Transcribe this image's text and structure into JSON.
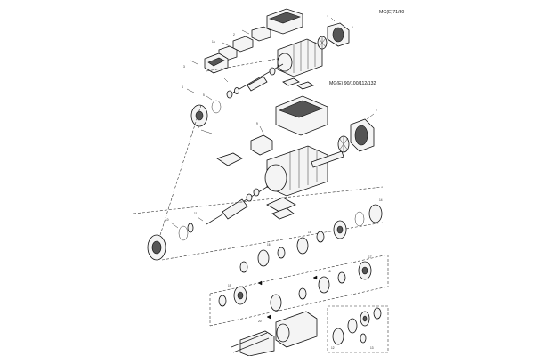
{
  "titles": {
    "upper_motor": "MG(E)71/80",
    "lower_motor": "MG(E) 90/100/112/132"
  },
  "part_labels": [
    "1a",
    "2",
    "3",
    "4",
    "5",
    "6",
    "7",
    "8",
    "9",
    "10",
    "11",
    "12",
    "13",
    "14",
    "15",
    "16",
    "17",
    "18",
    "19",
    "20"
  ]
}
